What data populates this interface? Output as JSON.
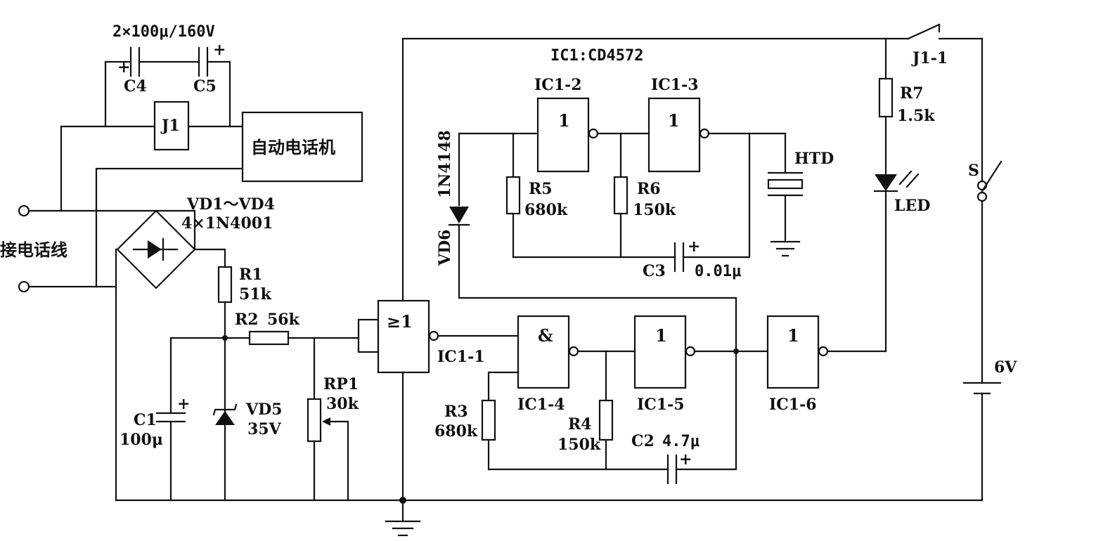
{
  "labels": {
    "cap_pair": "2×100μ/160V",
    "c4": "C4",
    "c5": "C5",
    "plus": "+",
    "relay": "J1",
    "phone": "自动电话机",
    "bridge_name": "VD1～VD4",
    "bridge_part": "4×1N4001",
    "line": "接电话线",
    "r1": "R1",
    "r1_val": "51k",
    "r2": "R2",
    "r2_val": "56k",
    "c1": "C1",
    "c1_val": "100μ",
    "vd5": "VD5",
    "vd5_val": "35V",
    "rp1": "RP1",
    "rp1_val": "30k",
    "gate_or": "≥1",
    "ic1_1": "IC1-1",
    "ic_type": "IC1:CD4572",
    "ic1_2": "IC1-2",
    "ic1_3": "IC1-3",
    "gate_not": "1",
    "gate_and": "&",
    "vd6_part": "1N4148",
    "vd6": "VD6",
    "r5": "R5",
    "r5_val": "680k",
    "r6": "R6",
    "r6_val": "150k",
    "c3": "C3",
    "c3_val": "0.01μ",
    "htd": "HTD",
    "ic1_4": "IC1-4",
    "ic1_5": "IC1-5",
    "ic1_6": "IC1-6",
    "r3": "R3",
    "r3_val": "680k",
    "r4": "R4",
    "r4_val": "150k",
    "c2": "C2",
    "c2_val": "4.7μ",
    "j1_1": "J1-1",
    "r7": "R7",
    "r7_val": "1.5k",
    "led": "LED",
    "sw": "S",
    "battery": "6V"
  }
}
